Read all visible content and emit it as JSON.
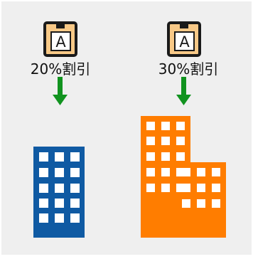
{
  "colors": {
    "background": "#efefef",
    "frame": "#ffffff",
    "coupon_fill": "#f8c987",
    "coupon_stroke": "#1a1a1a",
    "arrow": "#11931f",
    "building_left": "#0f5aa3",
    "building_right": "#ff7d00",
    "window": "#ffffff"
  },
  "icons": {
    "coupon": "voucher-icon",
    "arrow": "arrow-down-icon",
    "building": "office-building-icon"
  },
  "left": {
    "coupon_letter": "A",
    "discount_label": "20%割引"
  },
  "right": {
    "coupon_letter": "A",
    "discount_label": "30%割引"
  }
}
